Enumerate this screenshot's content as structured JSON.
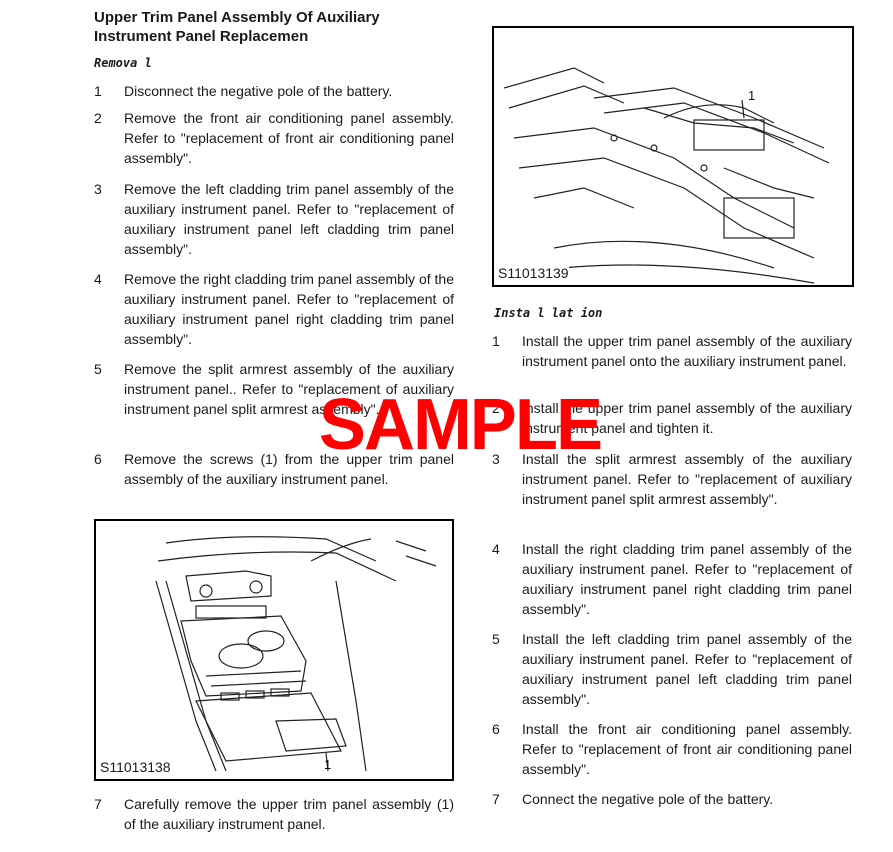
{
  "document": {
    "title_line1": "Upper Trim Panel Assembly Of Auxiliary",
    "title_line2": "Instrument Panel Replacemen",
    "removal": {
      "heading": "Remova l",
      "steps": [
        {
          "num": "1",
          "text": "Disconnect the negative pole of the battery."
        },
        {
          "num": "2",
          "text": "Remove the front air conditioning panel assembly. Refer to \"replacement of front air conditioning panel assembly\"."
        },
        {
          "num": "3",
          "text": "Remove the left cladding trim panel assembly of the auxiliary instrument panel. Refer to \"replacement of auxiliary instrument panel left cladding trim panel assembly\"."
        },
        {
          "num": "4",
          "text": "Remove the right cladding trim panel assembly of the auxiliary instrument panel. Refer to \"replacement of auxiliary instrument panel right cladding trim panel assembly\"."
        },
        {
          "num": "5",
          "text": "Remove the split armrest assembly of the auxiliary instrument panel.. Refer to \"replacement of auxiliary instrument panel split armrest assembly\"."
        },
        {
          "num": "6",
          "text": "Remove the screws (1) from the upper trim panel assembly of the auxiliary instrument panel."
        },
        {
          "num": "7",
          "text": "Carefully remove the upper trim panel assembly (1) of the auxiliary instrument panel."
        }
      ]
    },
    "installation": {
      "heading": "Insta l lat ion",
      "steps": [
        {
          "num": "1",
          "text": "Install the upper trim panel assembly of the auxiliary instrument panel onto the auxiliary instrument panel."
        },
        {
          "num": "2",
          "text": "Install the upper trim panel assembly of the auxiliary instrument panel and tighten it."
        },
        {
          "num": "3",
          "text": "Install the split armrest assembly of the auxiliary instrument panel. Refer to \"replacement of auxiliary instrument panel split armrest assembly\"."
        },
        {
          "num": "4",
          "text": "Install the right cladding trim panel assembly of the auxiliary instrument panel. Refer to \"replacement of auxiliary instrument panel right cladding trim panel assembly\"."
        },
        {
          "num": "5",
          "text": "Install the left cladding trim panel assembly of the auxiliary instrument panel. Refer to \"replacement of auxiliary instrument panel left cladding trim panel assembly\"."
        },
        {
          "num": "6",
          "text": "Install the front air conditioning panel assembly. Refer to \"replacement of front air conditioning panel assembly\"."
        },
        {
          "num": "7",
          "text": "Connect the negative pole of the battery."
        }
      ]
    },
    "figures": {
      "top_right": {
        "label": "S11013139",
        "callout": "1"
      },
      "bottom_left": {
        "label": "S11013138",
        "callout": "1"
      }
    },
    "watermark": "SAMPLE"
  }
}
